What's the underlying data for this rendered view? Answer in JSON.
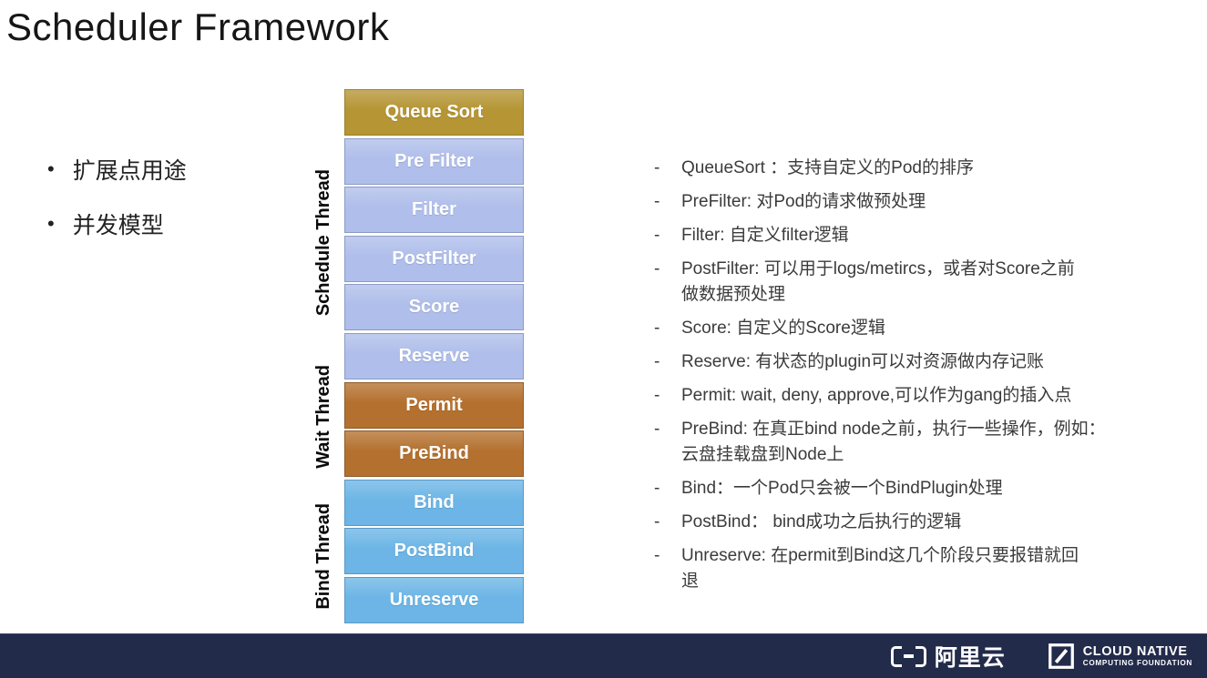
{
  "slide": {
    "title": "Scheduler Framework",
    "bullet_marker": "•",
    "bullets": [
      "扩展点用途",
      "并发模型"
    ]
  },
  "pipeline": {
    "stages": [
      {
        "label": "Queue Sort",
        "color": "gold"
      },
      {
        "label": "Pre Filter",
        "color": "periwinkle"
      },
      {
        "label": "Filter",
        "color": "periwinkle"
      },
      {
        "label": "PostFilter",
        "color": "periwinkle"
      },
      {
        "label": "Score",
        "color": "periwinkle"
      },
      {
        "label": "Reserve",
        "color": "periwinkle"
      },
      {
        "label": "Permit",
        "color": "brown"
      },
      {
        "label": "PreBind",
        "color": "brown"
      },
      {
        "label": "Bind",
        "color": "skyblue"
      },
      {
        "label": "PostBind",
        "color": "skyblue"
      },
      {
        "label": "Unreserve",
        "color": "skyblue"
      }
    ],
    "threads": [
      {
        "label": "Schedule Thread"
      },
      {
        "label": "Wait Thread"
      },
      {
        "label": "Bind Thread"
      }
    ]
  },
  "descriptions": {
    "marker": "-",
    "items": [
      "QueueSort ：支持自定义的Pod的排序",
      "PreFilter: 对Pod的请求做预处理",
      "Filter: 自定义filter逻辑",
      "PostFilter: 可以用于logs/metircs，或者对Score之前\n做数据预处理",
      "Score: 自定义的Score逻辑",
      "Reserve: 有状态的plugin可以对资源做内存记账",
      "Permit: wait, deny, approve,可以作为gang的插入点",
      "PreBind: 在真正bind node之前，执行一些操作，例如：\n云盘挂载盘到Node上",
      "Bind：一个Pod只会被一个BindPlugin处理",
      "PostBind： bind成功之后执行的逻辑",
      "Unreserve: 在permit到Bind这几个阶段只要报错就回\n退"
    ]
  },
  "footer": {
    "alibaba_text": "阿里云",
    "cncf_name": "CLOUD NATIVE",
    "cncf_sub": "COMPUTING FOUNDATION"
  },
  "colors": {
    "gold": {
      "bg": "#B59534",
      "border": "#9C8028"
    },
    "periwinkle": {
      "bg": "#AFBEEA",
      "border": "#8C9BC5"
    },
    "brown": {
      "bg": "#B4702E",
      "border": "#8F5B27"
    },
    "skyblue": {
      "bg": "#6CB5E6",
      "border": "#5A99C4"
    },
    "stage_text": "#FFFFFF",
    "footer_bg": "#232B4B"
  }
}
